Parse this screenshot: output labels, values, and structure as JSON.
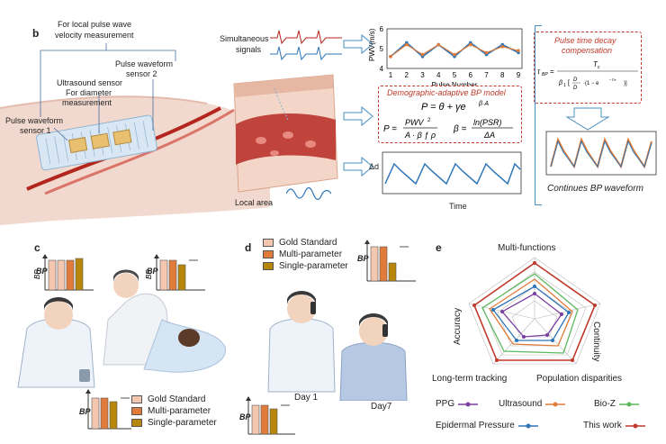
{
  "panel_b": {
    "label": "b",
    "labels": {
      "local_pwv": "For local pulse wave",
      "local_pwv2": "velocity measurement",
      "ultrasound": "Ultrasound sensor",
      "ultrasound2": "For diameter",
      "ultrasound3": "measurement",
      "sensor2": "Pulse waveform",
      "sensor2b": "sensor 2",
      "sensor1": "Pulse waveform",
      "sensor1b": "sensor 1",
      "simultaneous": "Simultaneous",
      "signals": "signals",
      "local_area": "Local area"
    },
    "model_title": "Demographic-adaptive BP model",
    "compensation_title": "Pulse time decay",
    "compensation_title2": "compensation",
    "continuous_label": "Continues BP waveform",
    "delta_d": "Δd",
    "time": "Time",
    "colors": {
      "accent_red": "#c0392b",
      "line_blue": "#2e75b6",
      "line_orange": "#e07b39"
    }
  },
  "chart_data": {
    "type": "line",
    "ylabel": "PWV(m/s)",
    "xlabel": "Pulse Number",
    "categories": [
      "1",
      "2",
      "3",
      "4",
      "5",
      "6",
      "7",
      "8",
      "9"
    ],
    "ylim": [
      4,
      6
    ],
    "yticks": [
      "4",
      "5",
      "6"
    ],
    "series": [
      {
        "values": [
          4.6,
          5.3,
          4.6,
          5.2,
          4.6,
          5.3,
          4.7,
          5.2,
          4.8
        ],
        "color": "#2e75b6"
      },
      {
        "values": [
          4.6,
          5.2,
          4.7,
          5.2,
          4.7,
          5.2,
          4.8,
          5.1,
          4.9
        ],
        "color": "#e07b39"
      }
    ]
  },
  "panel_c": {
    "label": "c",
    "bp_label": "BP",
    "legend": [
      {
        "label": "Gold Standard",
        "color": "#f4c7b0"
      },
      {
        "label": "Multi-parameter",
        "color": "#e07b39"
      },
      {
        "label": "Single-parameter",
        "color": "#b8860b"
      }
    ]
  },
  "panel_d": {
    "label": "d",
    "bp_label": "BP",
    "legend": [
      {
        "label": "Gold Standard",
        "color": "#f4c7b0"
      },
      {
        "label": "Multi-parameter",
        "color": "#e07b39"
      },
      {
        "label": "Single-parameter",
        "color": "#b8860b"
      }
    ],
    "day1": "Day 1",
    "day7": "Day7"
  },
  "panel_e": {
    "label": "e",
    "axes": [
      "Multi-functions",
      "Continuity",
      "Population disparities",
      "Long-term tracking",
      "Accuracy"
    ],
    "legend": [
      {
        "label": "PPG",
        "color": "#7b3fa0"
      },
      {
        "label": "Ultrasound",
        "color": "#e07b39"
      },
      {
        "label": "Bio-Z",
        "color": "#5cb85c"
      },
      {
        "label": "Epidermal Pressure",
        "color": "#2e75b6"
      },
      {
        "label": "This work",
        "color": "#c0392b"
      }
    ]
  }
}
